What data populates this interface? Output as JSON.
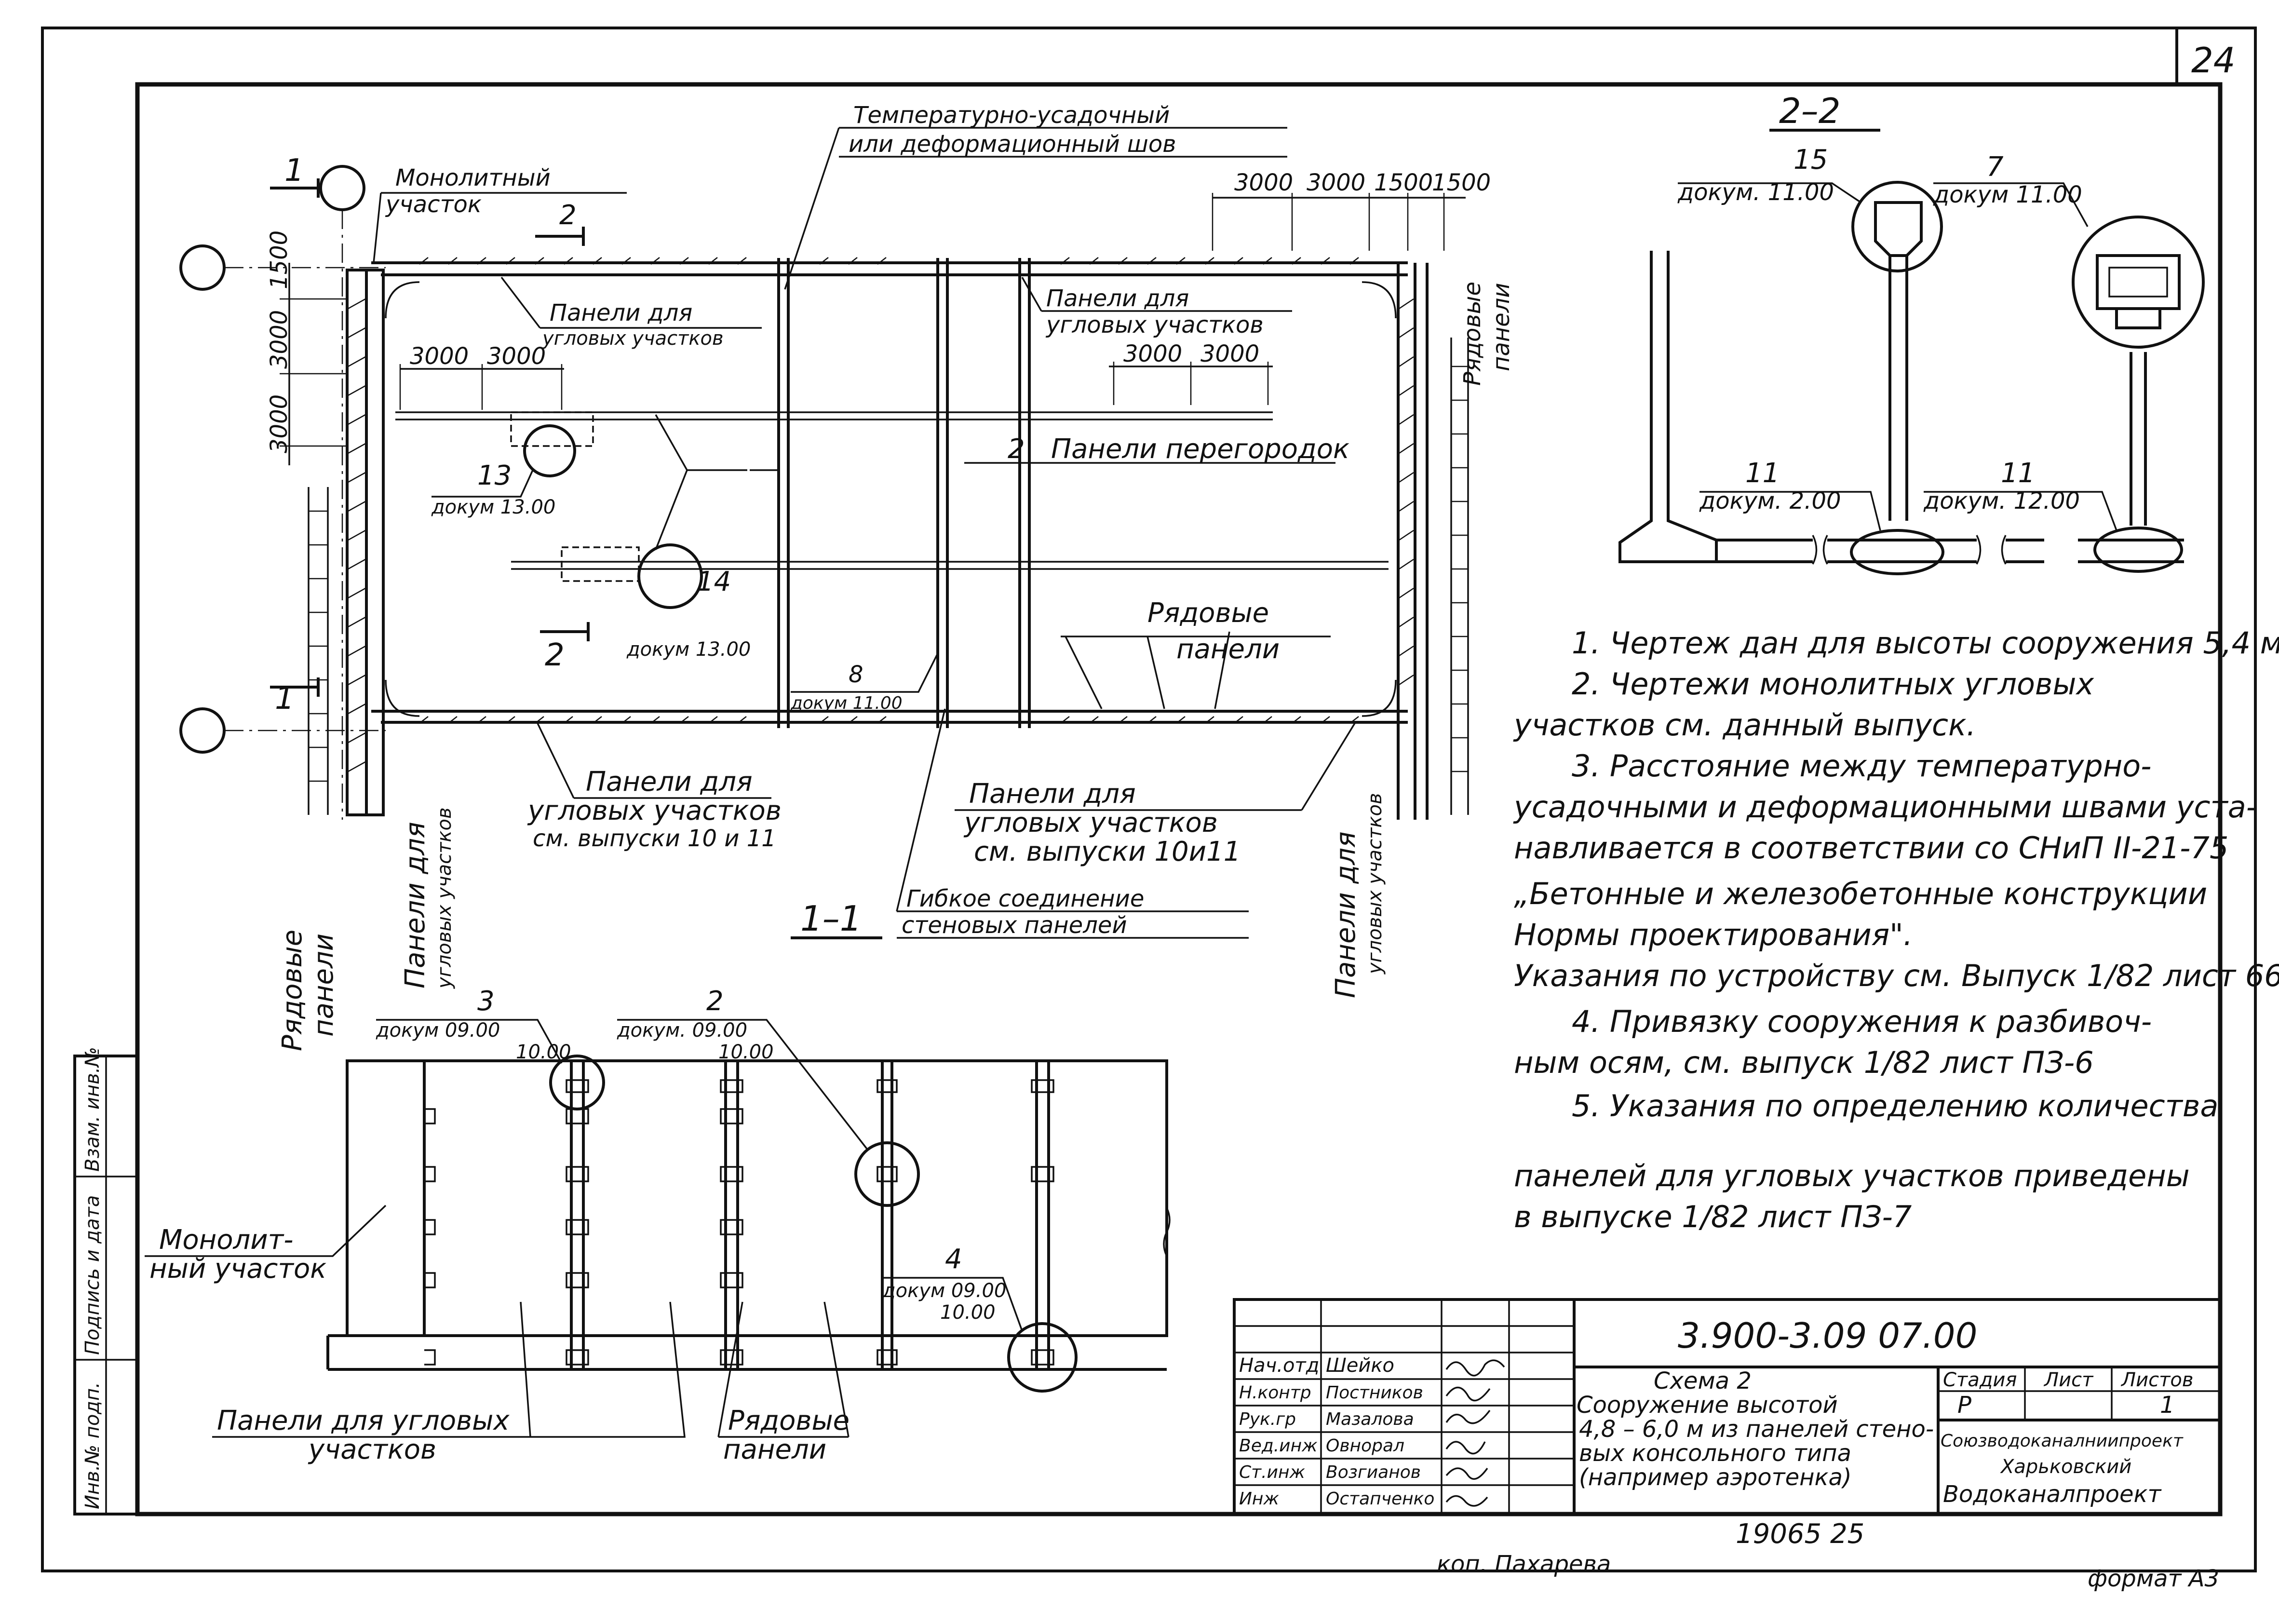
{
  "sheet": {
    "page_number": "24",
    "format": "формат А3",
    "copied_by": "коп. Пахарева",
    "side_stamp": [
      "Инв.№ подп.",
      "Подпись и дата",
      "Взам. инв.№"
    ]
  },
  "plan": {
    "axis_mark_1_top": "1",
    "axis_mark_1_bottom": "1",
    "section_mark_2_top": "2",
    "section_mark_2_bottom": "2",
    "label_monolith_line1": "Монолитный",
    "label_monolith_line2": "участок",
    "label_joint_line1": "Температурно-усадочный",
    "label_joint_line2": "или деформационный шов",
    "dim_top_right": [
      "3000",
      "3000",
      "1500",
      "1500"
    ],
    "dim_left_vertical": [
      "3000",
      "3000",
      "1500"
    ],
    "dim_left_horizontal": [
      "3000",
      "3000"
    ],
    "dim_mid_horizontal": [
      "3000",
      "3000"
    ],
    "label_corner_panels_tl_line1": "Панели для",
    "label_corner_panels_tl_line2": "угловых участков",
    "label_corner_panels_tr_line1": "Панели для",
    "label_corner_panels_tr_line2": "угловых участков",
    "label_ordinary_right_line1": "Рядовые",
    "label_ordinary_right_line2": "панели",
    "label_partition_panels": "Панели перегородок",
    "label_partition_num": "2",
    "callout_13_num": "13",
    "callout_13_doc": "докум 13.00",
    "callout_14_num": "14",
    "callout_14_doc": "докум 13.00",
    "callout_8_num": "8",
    "callout_8_doc": "докум 11.00",
    "label_ordinary_mid_line1": "Рядовые",
    "label_ordinary_mid_line2": "панели",
    "label_corner_bottom_left_line1": "Панели для",
    "label_corner_bottom_left_line2": "угловых участков",
    "label_corner_bottom_left_line3": "см. выпуски 10 и 11",
    "label_corner_bottom_mid_line1": "Панели для",
    "label_corner_bottom_mid_line2": "угловых участков",
    "label_corner_bottom_mid_line3": "см. выпуски 10и11",
    "label_flex_line1": "Гибкое соединение",
    "label_flex_line2": "стеновых панелей",
    "section_title": "1–1",
    "vlabel_ordinary_left_line1": "Рядовые",
    "vlabel_ordinary_left_line2": "панели",
    "vlabel_corner_left_line1": "Панели для",
    "vlabel_corner_left_line2": "угловых участков",
    "vlabel_corner_right_line1": "Панели для",
    "vlabel_corner_right_line2": "угловых участков"
  },
  "section22": {
    "title": "2–2",
    "callout_15_num": "15",
    "callout_15_doc": "докум. 11.00",
    "callout_7_num": "7",
    "callout_7_doc": "докум 11.00",
    "callout_11a_num": "11",
    "callout_11a_doc": "докум. 2.00",
    "callout_11b_num": "11",
    "callout_11b_doc": "докум. 12.00"
  },
  "elevation": {
    "callout_3_num": "3",
    "callout_3_doc_line1": "докум 09.00",
    "callout_3_doc_line2": "10.00",
    "callout_2_num": "2",
    "callout_2_doc_line1": "докум. 09.00",
    "callout_2_doc_line2": "10.00",
    "callout_4_num": "4",
    "callout_4_doc_line1": "докум 09.00",
    "callout_4_doc_line2": "10.00",
    "label_monolith_line1": "Монолит-",
    "label_monolith_line2": "ный участок",
    "label_corner_line1": "Панели для угловых",
    "label_corner_line2": "участков",
    "label_ordinary_line1": "Рядовые",
    "label_ordinary_line2": "панели"
  },
  "notes": [
    "1. Чертеж дан для высоты сооружения 5,4 м",
    "2. Чертежи монолитных угловых",
    "участков см. данный выпуск.",
    "3. Расстояние между температурно-",
    "усадочными и деформационными швами уста-",
    "навливается в соответствии со СНиП II-21-75",
    "„Бетонные и железобетонные конструкции",
    "Нормы проектирования\".",
    "Указания по устройству см. Выпуск 1/82 лист 66",
    "4. Привязку сооружения к разбивоч-",
    "ным осям, см. выпуск 1/82 лист ПЗ-6",
    "5. Указания по определению количества",
    "панелей для угловых участков приведены",
    "в выпуске 1/82 лист ПЗ-7"
  ],
  "title_block": {
    "code": "3.900-3.09 07.00",
    "title_lines": [
      "Схема 2",
      "Сооружение высотой",
      "4,8 – 6,0 м из панелей стено-",
      "вых консольного типа",
      "(например аэротенка)"
    ],
    "roles": [
      "Нач.отд",
      "Н.контр",
      "Рук.гр",
      "Вед.инж",
      "Ст.инж",
      "Инж"
    ],
    "names": [
      "Шейко",
      "Постников",
      "Мазалова",
      "Овнорал",
      "Возгианов",
      "Остапченко"
    ],
    "stage_header": "Стадия",
    "sheet_header": "Лист",
    "sheets_header": "Листов",
    "stage": "Р",
    "sheets": "1",
    "org_lines": [
      "Союзводоканалниипроект",
      "Харьковский",
      "Водоканалпроект"
    ],
    "archive": "19065  25"
  }
}
